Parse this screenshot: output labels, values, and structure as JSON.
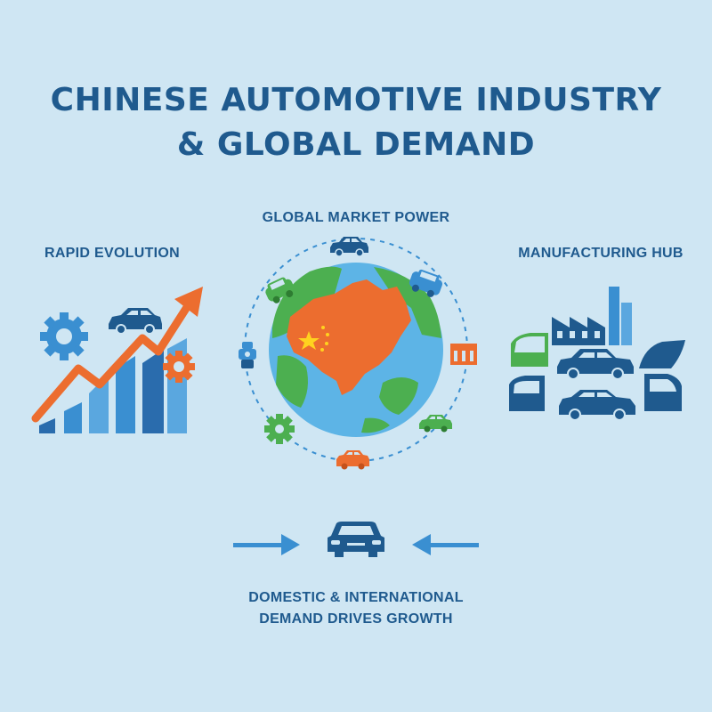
{
  "title": {
    "line1": "CHINESE AUTOMOTIVE INDUSTRY",
    "line2": "& GLOBAL DEMAND"
  },
  "sections": {
    "left": {
      "label": "RAPID EVOLUTION"
    },
    "center": {
      "label": "GLOBAL MARKET POWER"
    },
    "right": {
      "label": "MANUFACTURING HUB"
    }
  },
  "bottom": {
    "line1": "DOMESTIC & INTERNATIONAL",
    "line2": "DEMAND DRIVES GROWTH"
  },
  "colors": {
    "background": "#cfe6f3",
    "navy": "#1f5a8e",
    "blue": "#3a8fd1",
    "orange": "#ec6d2f",
    "green": "#4caf50",
    "ocean": "#5db4e6"
  }
}
